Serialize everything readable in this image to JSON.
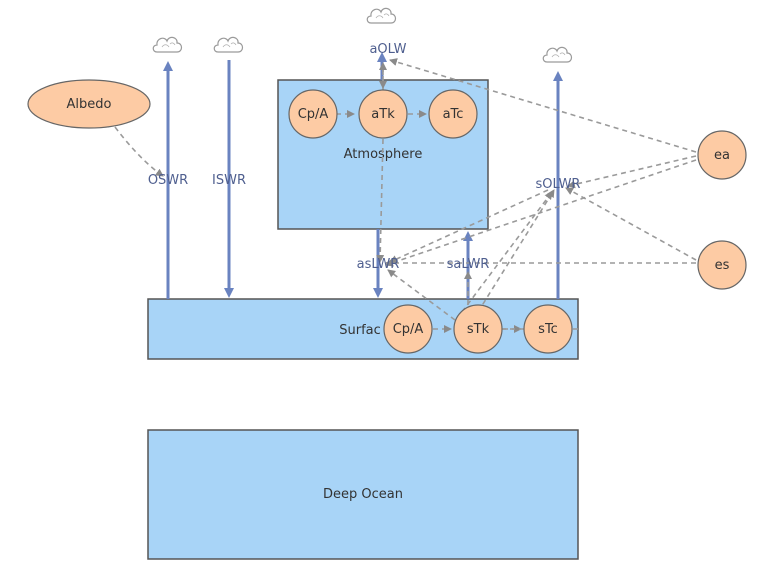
{
  "stocks": {
    "atmosphere": "Atmosphere",
    "surface": "Surfac",
    "deep_ocean": "Deep Ocean"
  },
  "variables": {
    "albedo": "Albedo",
    "cp_a_atm": "Cp/A",
    "atk": "aTk",
    "atc": "aTc",
    "cp_a_surf": "Cp/A",
    "stk": "sTk",
    "stc": "sTc",
    "ea": "ea",
    "es": "es"
  },
  "flows": {
    "oswr": "OSWR",
    "iswr": "ISWR",
    "aolw": "aOLW",
    "solwr": "sOLWR",
    "aslwr": "asLWR",
    "salwr": "saLWR"
  },
  "colors": {
    "stock_fill": "#a8d4f7",
    "variable_fill": "#fdcba4",
    "flow_color": "#6a83c0",
    "link_color": "#9a9a9a"
  }
}
